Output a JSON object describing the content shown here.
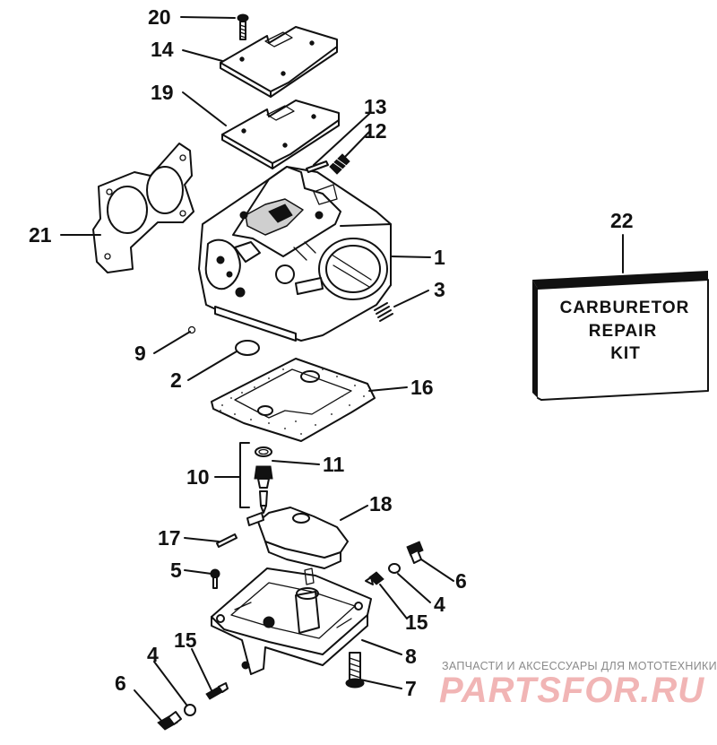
{
  "diagram": {
    "callouts": {
      "c20": "20",
      "c14": "14",
      "c19": "19",
      "c13": "13",
      "c12": "12",
      "c21": "21",
      "c1": "1",
      "c3": "3",
      "c22": "22",
      "c9": "9",
      "c2": "2",
      "c16": "16",
      "c10": "10",
      "c11": "11",
      "c18": "18",
      "c17": "17",
      "c5": "5",
      "c6a": "6",
      "c4a": "4",
      "c15a": "15",
      "c8": "8",
      "c4b": "4",
      "c15b": "15",
      "c6b": "6",
      "c7": "7"
    },
    "kit_box": {
      "line1": "CARBURETOR",
      "line2": "REPAIR",
      "line3": "KIT"
    }
  },
  "watermark": {
    "caption": "ЗАПЧАСТИ И АКСЕССУАРЫ ДЛЯ МОТОТЕХНИКИ",
    "brand": "PARTSFOR.RU"
  }
}
